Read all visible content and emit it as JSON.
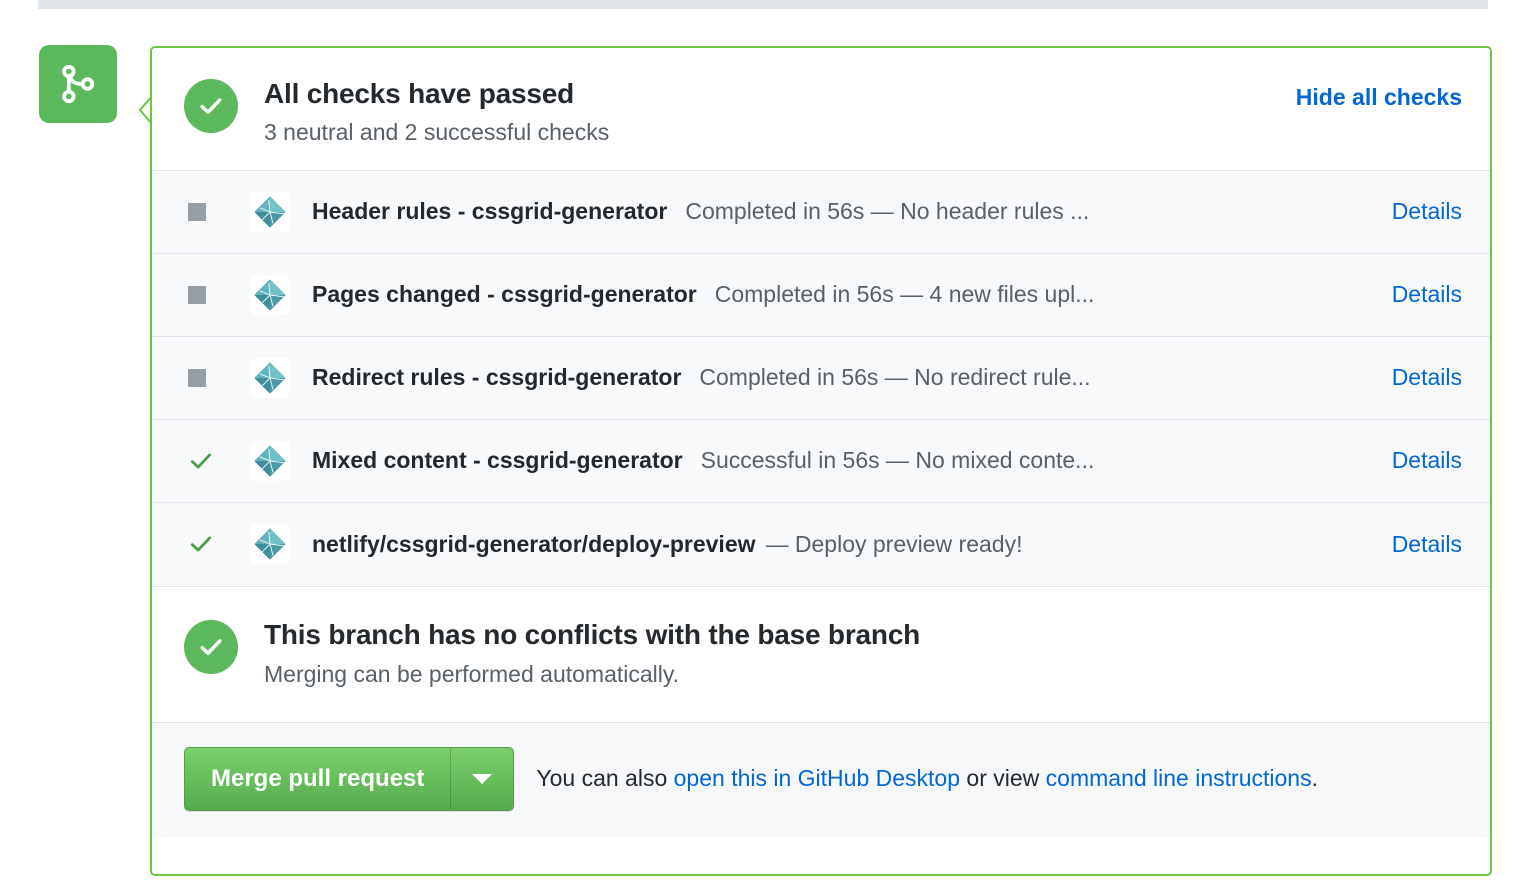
{
  "badge": {
    "icon": "git-merge-icon",
    "color": "#5cb85c"
  },
  "header": {
    "status_icon": "check-circle-icon",
    "title": "All checks have passed",
    "subtitle": "3 neutral and 2 successful checks",
    "hide_checks_label": "Hide all checks",
    "link_color": "#0366d6"
  },
  "checks": [
    {
      "status": "neutral",
      "status_icon": "neutral-square-icon",
      "avatar_icon": "netlify-logo-icon",
      "name": "Header rules - cssgrid-generator",
      "description": "Completed in 56s — No header rules ...",
      "details_label": "Details"
    },
    {
      "status": "neutral",
      "status_icon": "neutral-square-icon",
      "avatar_icon": "netlify-logo-icon",
      "name": "Pages changed - cssgrid-generator",
      "description": "Completed in 56s — 4 new files upl...",
      "details_label": "Details"
    },
    {
      "status": "neutral",
      "status_icon": "neutral-square-icon",
      "avatar_icon": "netlify-logo-icon",
      "name": "Redirect rules - cssgrid-generator",
      "description": "Completed in 56s — No redirect rule...",
      "details_label": "Details"
    },
    {
      "status": "success",
      "status_icon": "check-icon",
      "avatar_icon": "netlify-logo-icon",
      "name": "Mixed content - cssgrid-generator",
      "description": "Successful in 56s — No mixed conte...",
      "details_label": "Details"
    },
    {
      "status": "success",
      "status_icon": "check-icon",
      "avatar_icon": "netlify-logo-icon",
      "name": "netlify/cssgrid-generator/deploy-preview",
      "description": "— Deploy preview ready!",
      "details_label": "Details"
    }
  ],
  "conflicts": {
    "status_icon": "check-circle-icon",
    "title": "This branch has no conflicts with the base branch",
    "subtitle": "Merging can be performed automatically."
  },
  "merge": {
    "button_label": "Merge pull request",
    "dropdown_icon": "chevron-down-icon",
    "note_prefix": "You can also ",
    "note_link1": "open this in GitHub Desktop",
    "note_middle": " or view ",
    "note_link2": "command line instructions",
    "note_suffix": ".",
    "button_color": "#55ab4c"
  }
}
